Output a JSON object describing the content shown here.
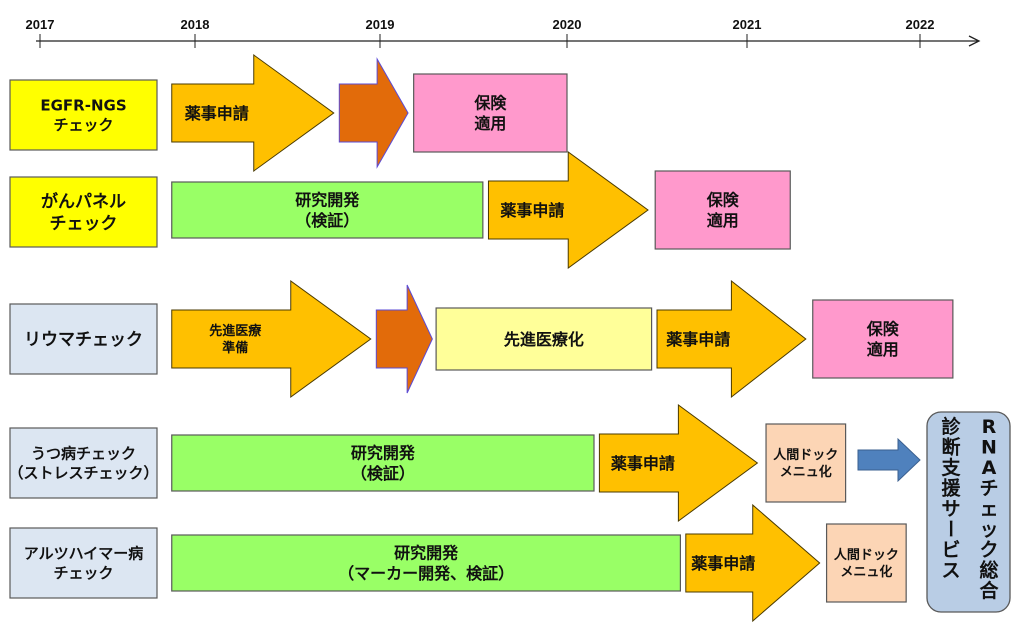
{
  "timeline": {
    "years": [
      "2017",
      "2018",
      "2019",
      "2020",
      "2021",
      "2022"
    ]
  },
  "colors": {
    "label_yellow": "#ffff00",
    "label_blue": "#dce6f2",
    "application_arrow": "#ffc000",
    "transition_arrow": "#e26b0a",
    "insurance_box": "#ff99cc",
    "research_box": "#99ff66",
    "advanced_box": "#ffff99",
    "checkup_box": "#fcd5b5",
    "service_box": "#b9cde5",
    "connector_arrow": "#4f81bd",
    "border": "#595959"
  },
  "rows": [
    {
      "name": "egfr-ngs",
      "label": [
        "EGFR-NGS",
        "チェック"
      ],
      "label_color": "label_yellow",
      "stages": [
        {
          "type": "arrow",
          "kind": "application",
          "text": [
            "薬事申請"
          ],
          "start": 2017.85,
          "end": 2018.75
        },
        {
          "type": "arrow",
          "kind": "transition",
          "text": [],
          "start": 2018.78,
          "end": 2019.15
        },
        {
          "type": "box",
          "kind": "insurance",
          "text": [
            "保険",
            "適用"
          ],
          "start": 2019.18,
          "end": 2020.0
        }
      ]
    },
    {
      "name": "cancer-panel",
      "label": [
        "がんパネル",
        "チェック"
      ],
      "label_color": "label_yellow",
      "stages": [
        {
          "type": "box",
          "kind": "research",
          "text": [
            "研究開発",
            "（検証）"
          ],
          "start": 2017.85,
          "end": 2019.55
        },
        {
          "type": "arrow",
          "kind": "application",
          "text": [
            "薬事申請"
          ],
          "start": 2019.58,
          "end": 2020.45
        },
        {
          "type": "box",
          "kind": "insurance",
          "text": [
            "保険",
            "適用"
          ],
          "start": 2020.49,
          "end": 2021.25
        }
      ]
    },
    {
      "name": "rheumatism",
      "label": [
        "リウマチェック"
      ],
      "label_color": "label_blue",
      "stages": [
        {
          "type": "arrow",
          "kind": "application",
          "text": [
            "先進医療",
            "準備"
          ],
          "start": 2017.85,
          "end": 2018.95
        },
        {
          "type": "arrow",
          "kind": "transition",
          "text": [],
          "start": 2018.98,
          "end": 2019.28
        },
        {
          "type": "box",
          "kind": "advanced",
          "text": [
            "先進医療化"
          ],
          "start": 2019.3,
          "end": 2020.47
        },
        {
          "type": "arrow",
          "kind": "application",
          "text": [
            "薬事申請"
          ],
          "start": 2020.5,
          "end": 2021.34
        },
        {
          "type": "box",
          "kind": "insurance",
          "text": [
            "保険",
            "適用"
          ],
          "start": 2021.38,
          "end": 2022.19
        }
      ]
    },
    {
      "name": "depression",
      "label": [
        "うつ病チェック",
        "（ストレスチェック）"
      ],
      "label_color": "label_blue",
      "stages": [
        {
          "type": "box",
          "kind": "research",
          "text": [
            "研究開発",
            "（検証）"
          ],
          "start": 2017.85,
          "end": 2020.15
        },
        {
          "type": "arrow",
          "kind": "application",
          "text": [
            "薬事申請"
          ],
          "start": 2020.18,
          "end": 2021.06
        },
        {
          "type": "box",
          "kind": "checkup",
          "text": [
            "人間ドック",
            "メニュ化"
          ],
          "start": 2021.11,
          "end": 2021.57
        }
      ]
    },
    {
      "name": "alzheimer",
      "label": [
        "アルツハイマー病",
        "チェック"
      ],
      "label_color": "label_blue",
      "stages": [
        {
          "type": "box",
          "kind": "research",
          "text": [
            "研究開発",
            "（マーカー開発、検証）"
          ],
          "start": 2017.85,
          "end": 2020.63
        },
        {
          "type": "arrow",
          "kind": "application",
          "text": [
            "薬事申請"
          ],
          "start": 2020.66,
          "end": 2021.42
        },
        {
          "type": "box",
          "kind": "checkup",
          "text": [
            "人間ドック",
            "メニュ化"
          ],
          "start": 2021.46,
          "end": 2021.92
        }
      ]
    }
  ],
  "service": {
    "columns": [
      "RNAチェック総合",
      "診断支援サービス"
    ]
  }
}
